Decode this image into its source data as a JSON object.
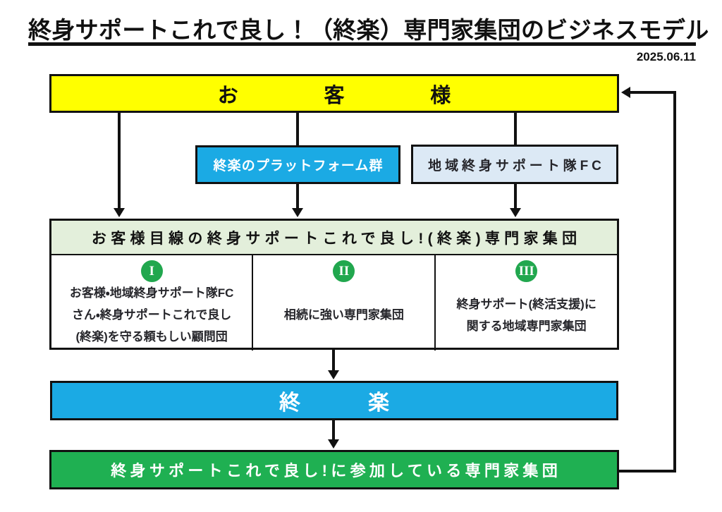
{
  "header": {
    "title": "終身サポートこれで良し！（終楽）専門家集団のビジネスモデル",
    "date": "2025.06.11"
  },
  "flow": {
    "customer": {
      "label": "お客様"
    },
    "platform": {
      "label": "終楽のプラットフォーム群"
    },
    "fc": {
      "label": "地域終身サポート隊FC"
    }
  },
  "group": {
    "heading": "お客様目線の終身サポートこれで良し!(終楽)専門家集団",
    "members": [
      {
        "numeral": "I",
        "lines": [
          "お客様・地域終身サポート隊FC",
          "さん・終身サポートこれで良し",
          "(終楽)を守る頼もしい顧問団"
        ]
      },
      {
        "numeral": "II",
        "lines": [
          "相続に強い専門家集団"
        ]
      },
      {
        "numeral": "III",
        "lines": [
          "終身サポート(終活支援)に",
          "関する地域専門家集団"
        ]
      }
    ]
  },
  "bottom": {
    "shuraku": "終楽",
    "participants": "終身サポートこれで良し!に参加している専門家集団"
  },
  "colors": {
    "ink": "#111111",
    "yellow": "#FFFF00",
    "blue": "#1BAAE4",
    "light-blue": "#DCE9F5",
    "light-green": "#E3EFDB",
    "circle-green": "#21A74E",
    "bottom-green": "#1FB052",
    "text-dark": "#26262B"
  }
}
